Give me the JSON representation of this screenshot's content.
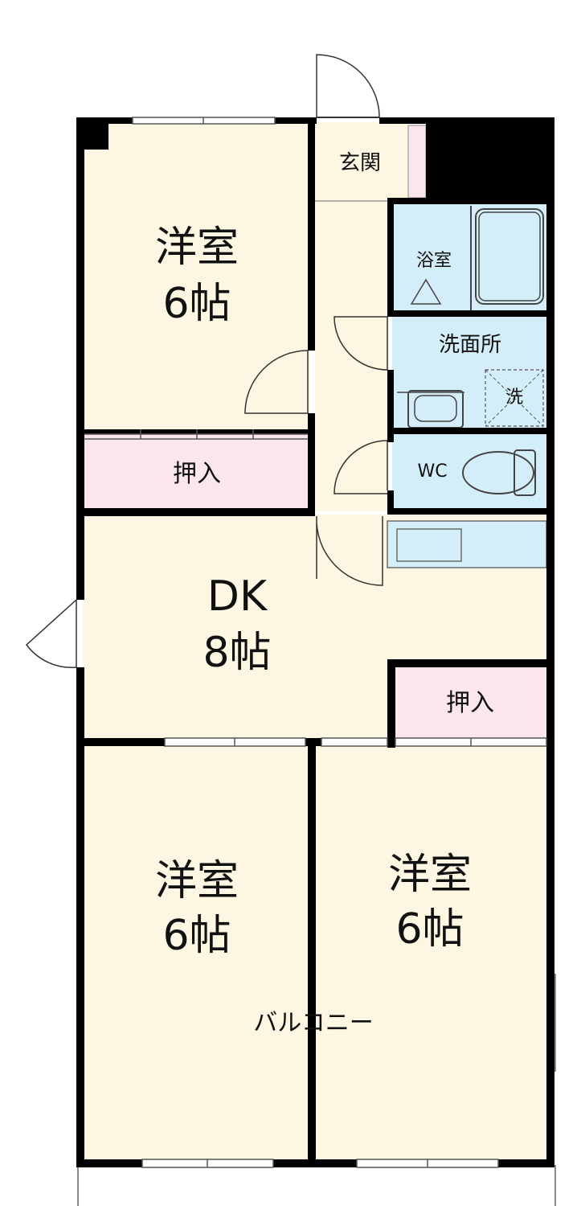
{
  "rooms": {
    "western_top_left": {
      "name": "洋室",
      "size": "6帖"
    },
    "closet_left": {
      "name": "押入"
    },
    "entrance": {
      "name": "玄関"
    },
    "bath": {
      "name": "浴室"
    },
    "washroom": {
      "name": "洗面所"
    },
    "washer": {
      "name": "洗"
    },
    "wc": {
      "name": "WC"
    },
    "dk": {
      "name": "DK",
      "size": "8帖"
    },
    "closet_right": {
      "name": "押入"
    },
    "western_bottom_left": {
      "name": "洋室",
      "size": "6帖"
    },
    "western_bottom_right": {
      "name": "洋室",
      "size": "6帖"
    },
    "balcony": {
      "name": "バルコニー"
    }
  },
  "colors": {
    "room_fill": "#fdf6e3",
    "closet_fill": "#fbe6ee",
    "wet_fill": "#d4eef9",
    "wall": "#000000",
    "outline": "#8c8c8c"
  }
}
